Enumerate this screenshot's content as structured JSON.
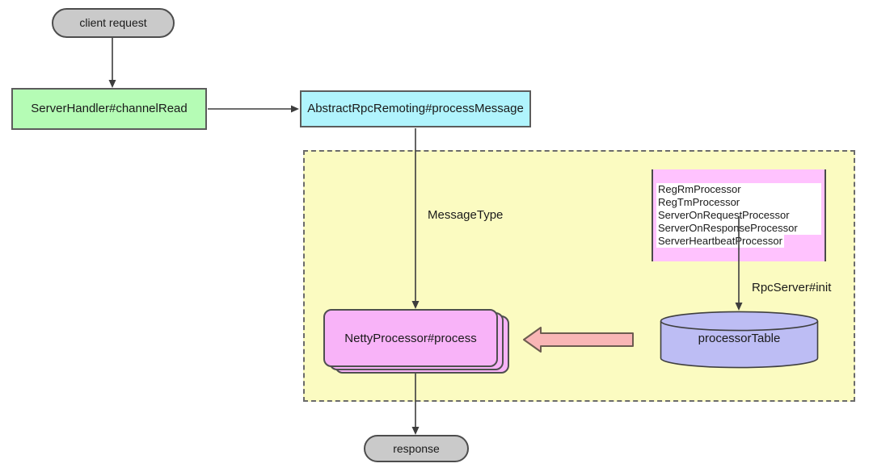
{
  "diagram": {
    "nodes": {
      "client_request": {
        "label": "client request",
        "shape": "terminator-pill"
      },
      "server_handler": {
        "label": "ServerHandler#channelRead",
        "shape": "rect"
      },
      "abstract_rpc_remoting": {
        "label": "AbstractRpcRemoting#processMessage",
        "shape": "rect"
      },
      "netty_processor": {
        "label": "NettyProcessor#process",
        "shape": "stacked-rect"
      },
      "processor_table": {
        "label": "processorTable",
        "shape": "cylinder"
      },
      "response": {
        "label": "response",
        "shape": "terminator-pill"
      }
    },
    "processor_list": {
      "items": [
        "RegRmProcessor",
        "RegTmProcessor",
        "ServerOnRequestProcessor",
        "ServerOnResponseProcessor",
        "ServerHeartbeatProcessor"
      ]
    },
    "edge_labels": {
      "message_type": "MessageType",
      "rpc_server_init": "RpcServer#init"
    },
    "colors": {
      "pill_fill": "#cacaca",
      "green_fill": "#b5fcb5",
      "cyan_fill": "#b0f4fd",
      "yellow_fill": "#fbfbc1",
      "pink_fill": "#ffc2fe",
      "magenta_fill": "#f8b3f8",
      "purple_fill": "#bdbdf4",
      "fat_arrow_fill": "#f9b6b6",
      "fat_arrow_stroke": "#6d5c50",
      "border_dark": "#4d4d4d",
      "line_color": "#3d3d3d"
    }
  }
}
